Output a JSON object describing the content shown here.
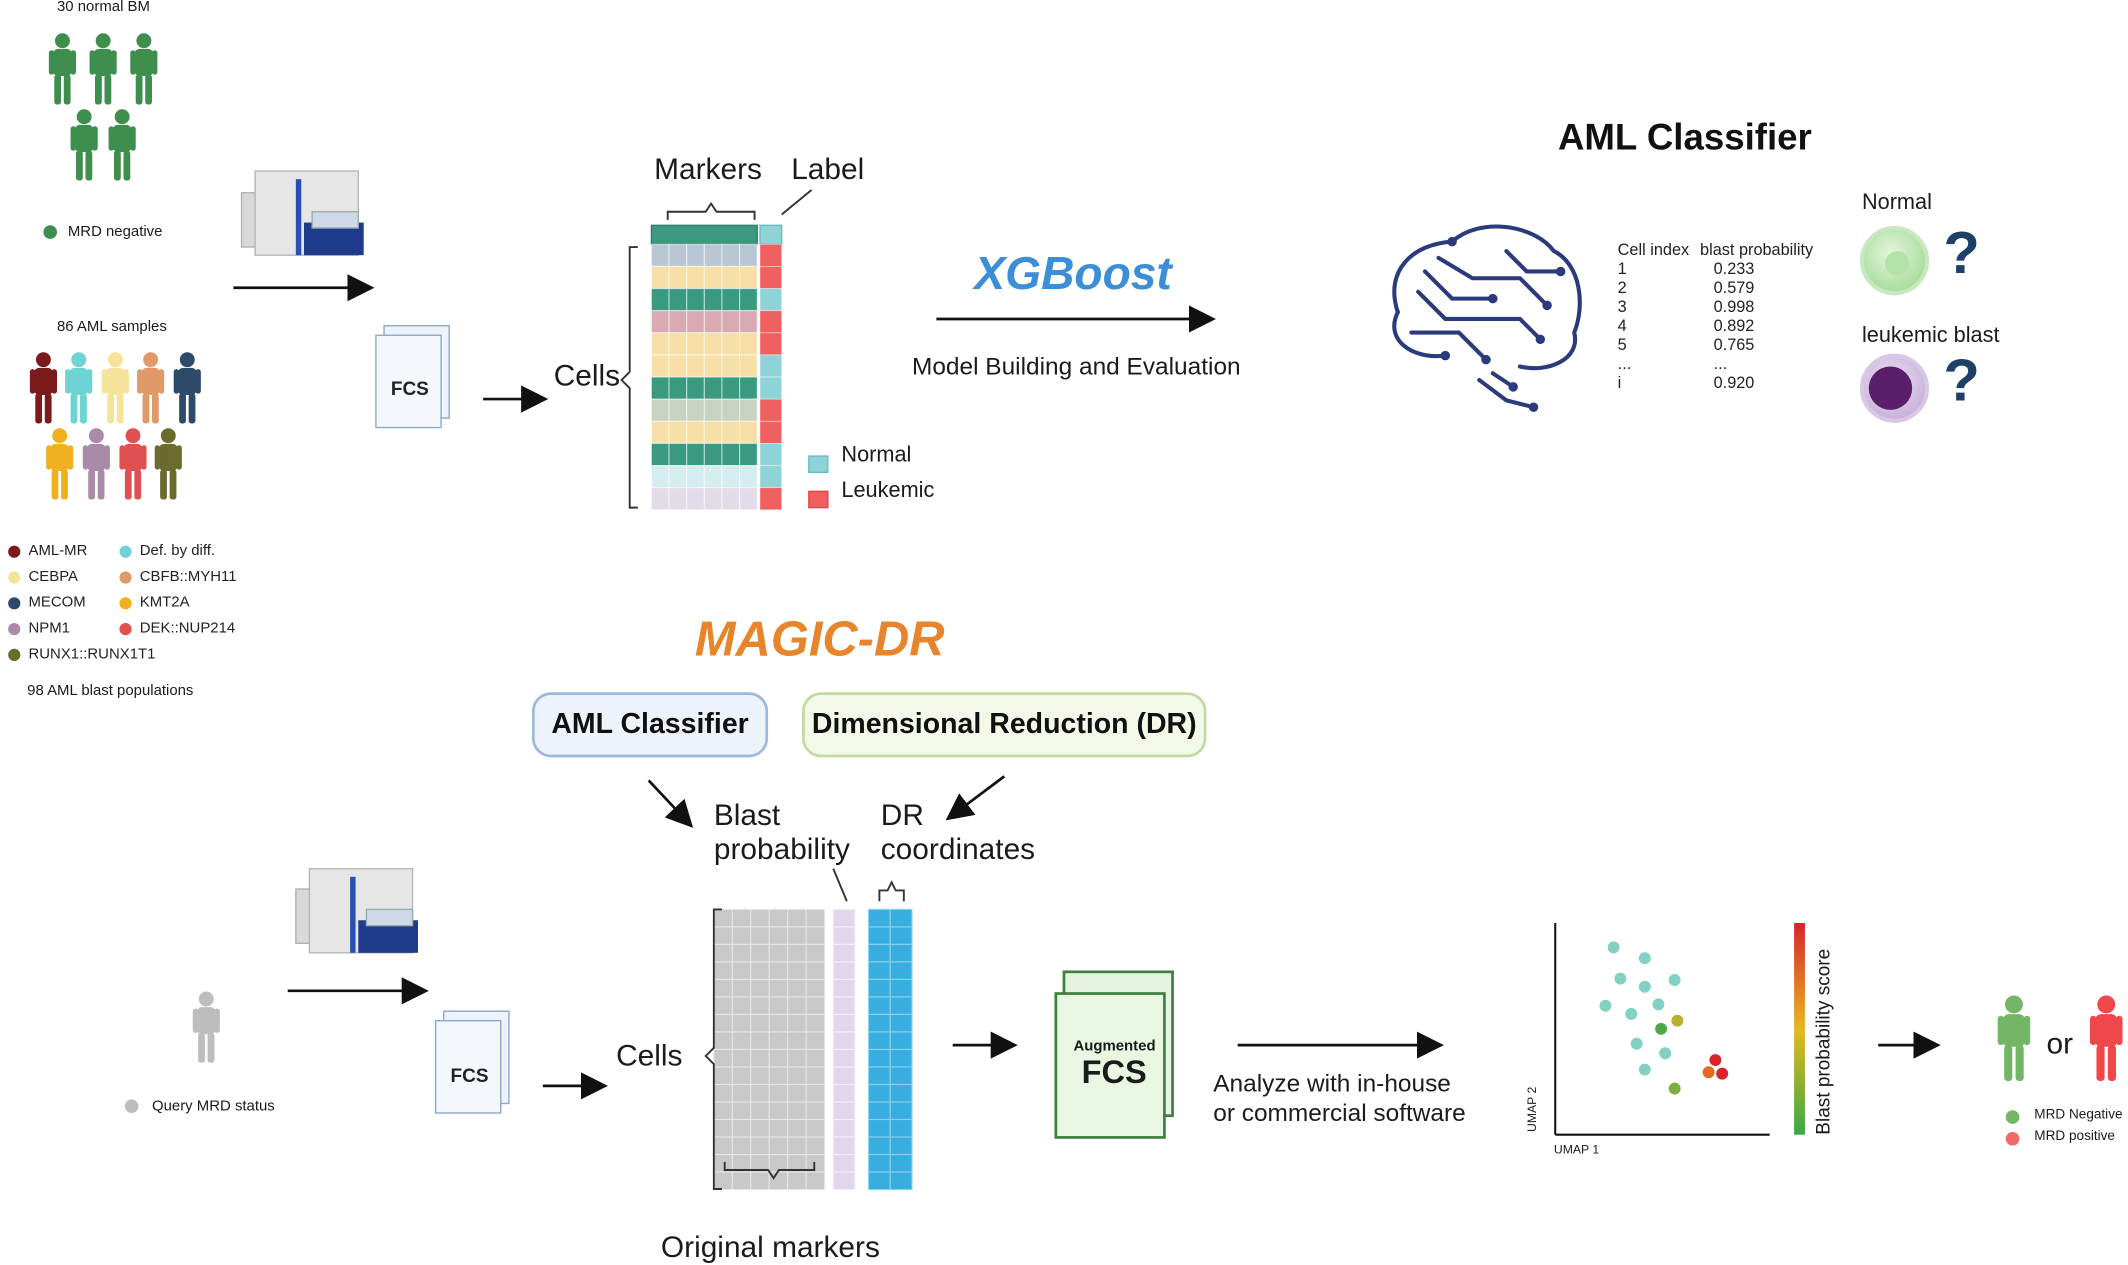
{
  "top": {
    "normal_bm_title": "30 normal BM",
    "mrd_negative": "MRD negative",
    "aml_samples_title": "86 AML samples",
    "blast_populations": "98 AML blast populations",
    "subtypes": [
      {
        "name": "AML-MR",
        "color": "#7a1a1a"
      },
      {
        "name": "Def. by diff.",
        "color": "#6ed3d3"
      },
      {
        "name": "CEBPA",
        "color": "#f5e39a"
      },
      {
        "name": "CBFB::MYH11",
        "color": "#e09a6a"
      },
      {
        "name": "MECOM",
        "color": "#2e4a6b"
      },
      {
        "name": "KMT2A",
        "color": "#f0b020"
      },
      {
        "name": "NPM1",
        "color": "#a98aa8"
      },
      {
        "name": "DEK::NUP214",
        "color": "#e05050"
      },
      {
        "name": "RUNX1::RUNX1T1",
        "color": "#6b6b2e"
      }
    ],
    "fcs_label": "FCS",
    "markers_label": "Markers",
    "label_label": "Label",
    "cells_label": "Cells",
    "normal_label": "Normal",
    "leukemic_label": "Leukemic",
    "xgboost": "XGBoost",
    "model_building": "Model Building and Evaluation",
    "aml_classifier_title": "AML Classifier",
    "table_headers": [
      "Cell index",
      "blast probability"
    ],
    "table_rows": [
      [
        "1",
        "0.233"
      ],
      [
        "2",
        "0.579"
      ],
      [
        "3",
        "0.998"
      ],
      [
        "4",
        "0.892"
      ],
      [
        "5",
        "0.765"
      ],
      [
        "...",
        "..."
      ],
      [
        "i",
        "0.920"
      ]
    ],
    "normal_cell_label": "Normal",
    "leukemic_blast_label": "leukemic blast",
    "question_mark": "?"
  },
  "bottom": {
    "magic_dr": "MAGIC-DR",
    "aml_classifier_pill": "AML Classifier",
    "dr_pill": "Dimensional Reduction (DR)",
    "blast_probability_line1": "Blast",
    "blast_probability_line2": "probability",
    "dr_coordinates_line1": "DR",
    "dr_coordinates_line2": "coordinates",
    "query_mrd": "Query MRD status",
    "fcs_label": "FCS",
    "cells_label": "Cells",
    "original_markers": "Original markers",
    "augmented_label": "Augmented",
    "augmented_fcs": "FCS",
    "analyze_line1": "Analyze with in-house",
    "analyze_line2": "or commercial software",
    "umap1": "UMAP 1",
    "umap2": "UMAP 2",
    "blast_score_label": "Blast probability score",
    "or_label": "or",
    "mrd_negative": "MRD Negative",
    "mrd_positive": "MRD positive"
  },
  "colors": {
    "normal_green": "#3e8e4e",
    "teal": "#3a9a80",
    "label_red": "#f06060",
    "label_teal": "#8fd3d8",
    "xgboost_blue": "#3c8fd6",
    "magic_orange": "#e8842a",
    "dr_blue": "#38aee0",
    "prob_lilac": "#e2d6ee",
    "grey_matrix": "#c8c8c8"
  }
}
